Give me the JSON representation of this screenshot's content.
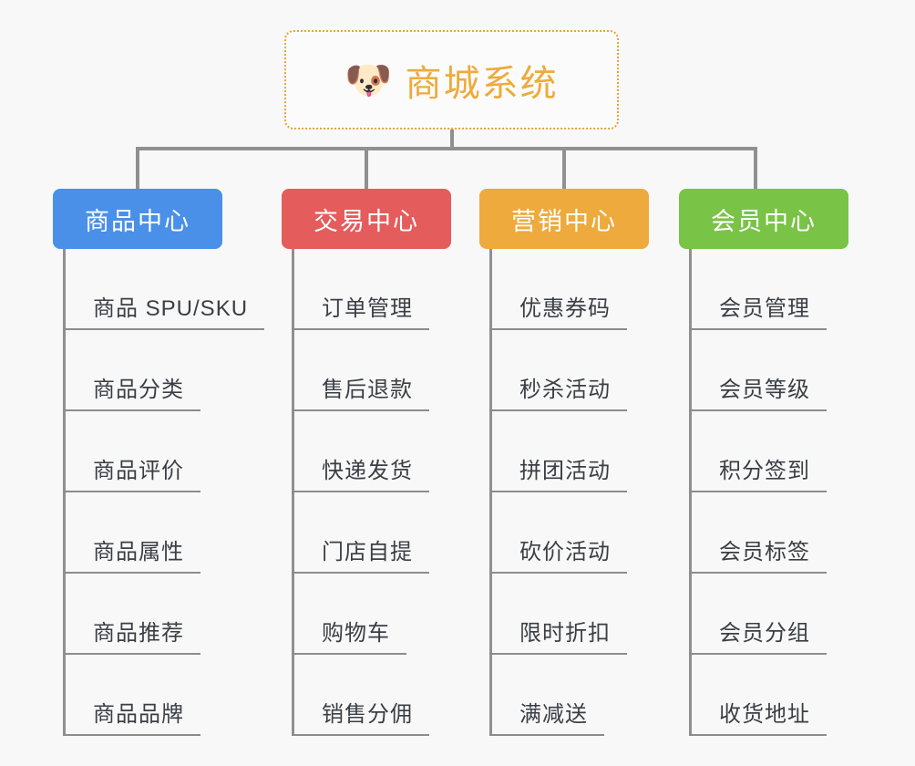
{
  "diagram": {
    "type": "mindmap",
    "background_color": "#f8f8f8",
    "root": {
      "label": "商城系统",
      "icon": "shiba-dog-emoji",
      "emoji": "🐶",
      "text_color": "#edab3c",
      "border_color": "#e8a33d",
      "border_style": "dotted"
    },
    "connector_color": "#909090",
    "branches": [
      {
        "label": "商品中心",
        "color": "#4a90e8",
        "items": [
          "商品 SPU/SKU",
          "商品分类",
          "商品评价",
          "商品属性",
          "商品推荐",
          "商品品牌"
        ]
      },
      {
        "label": "交易中心",
        "color": "#e45c5c",
        "items": [
          "订单管理",
          "售后退款",
          "快递发货",
          "门店自提",
          "购物车",
          "销售分佣"
        ]
      },
      {
        "label": "营销中心",
        "color": "#eeaa3c",
        "items": [
          "优惠券码",
          "秒杀活动",
          "拼团活动",
          "砍价活动",
          "限时折扣",
          "满减送"
        ]
      },
      {
        "label": "会员中心",
        "color": "#79c346",
        "items": [
          "会员管理",
          "会员等级",
          "积分签到",
          "会员标签",
          "会员分组",
          "收货地址"
        ]
      }
    ]
  }
}
